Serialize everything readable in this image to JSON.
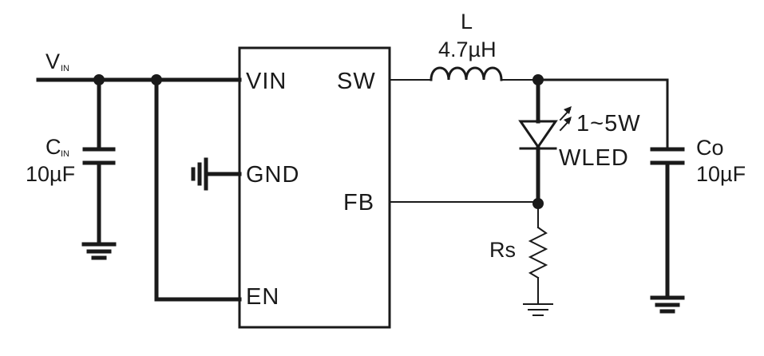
{
  "ic": {
    "pins": {
      "vin": "VIN",
      "gnd": "GND",
      "en": "EN",
      "sw": "SW",
      "fb": "FB"
    }
  },
  "input": {
    "label_main": "V",
    "label_sub": "IN"
  },
  "cin": {
    "label_main": "C",
    "label_sub": "IN",
    "value": "10µF"
  },
  "inductor": {
    "label": "L",
    "value": "4.7µH"
  },
  "led": {
    "power": "1~5W",
    "name": "WLED"
  },
  "cout": {
    "label": "Co",
    "value": "10µF"
  },
  "rsense": {
    "label": "Rs"
  }
}
